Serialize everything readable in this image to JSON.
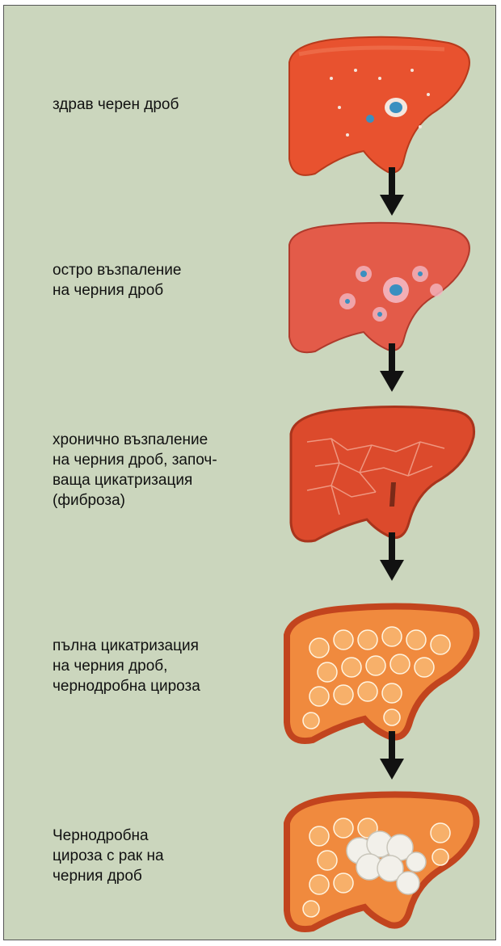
{
  "stages": [
    {
      "label": "здрав черен дроб",
      "liver": "healthy-liver-icon"
    },
    {
      "label": "остро възпаление\nна черния дроб",
      "liver": "inflamed-liver-icon"
    },
    {
      "label": "хронично възпаление\nна черния дроб, започ-\nваща цикатризация\n(фиброза)",
      "liver": "fibrotic-liver-icon"
    },
    {
      "label": "пълна цикатризация\nна черния дроб,\nчернодробна цироза",
      "liver": "cirrhotic-liver-icon"
    },
    {
      "label": "Чернодробна\nцироза с рак на\nчерния дроб",
      "liver": "cirrhosis-with-cancer-liver-icon"
    }
  ],
  "arrow_icon": "down-arrow-icon",
  "colors": {
    "panel_background": "#cbd6bd",
    "healthy_liver": "#e8522f",
    "inflamed_liver": "#e35b49",
    "fibrotic_liver": "#dc4a2c",
    "cirrhotic_liver": "#f08a3e",
    "tumor": "#f2f0ea",
    "arrow": "#111111"
  }
}
